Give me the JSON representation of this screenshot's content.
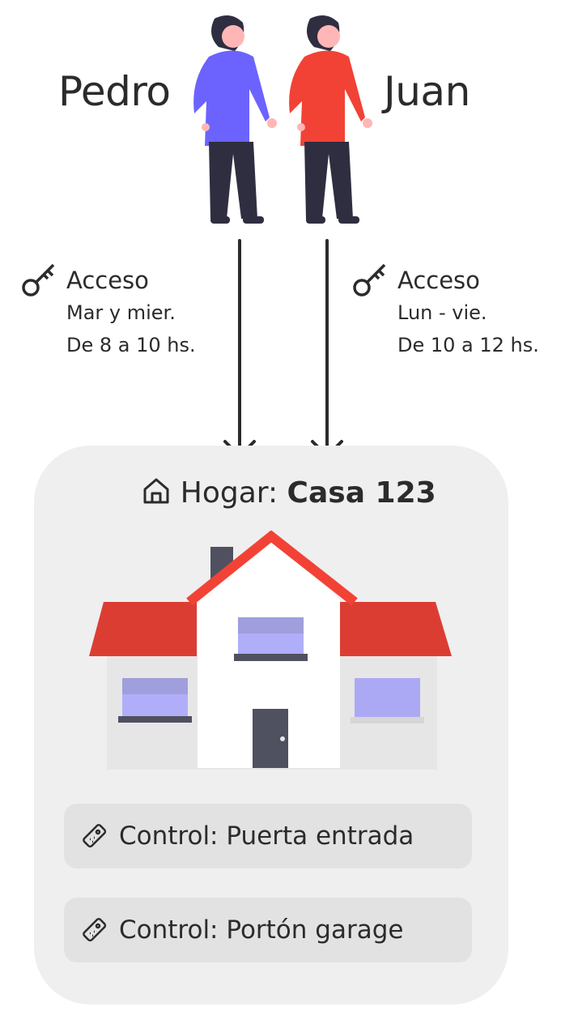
{
  "users": [
    {
      "name": "Pedro",
      "shirt_color": "#6c63ff",
      "access_label": "Acceso",
      "days": "Mar y mier.",
      "hours": "De 8 a 10 hs."
    },
    {
      "name": "Juan",
      "shirt_color": "#f24236",
      "access_label": "Acceso",
      "days": "Lun - vie.",
      "hours": "De 10 a 12 hs."
    }
  ],
  "home": {
    "label": "Hogar:",
    "name": "Casa 123"
  },
  "controls": [
    {
      "label": "Control: Puerta entrada"
    },
    {
      "label": "Control: Portón garage"
    }
  ]
}
